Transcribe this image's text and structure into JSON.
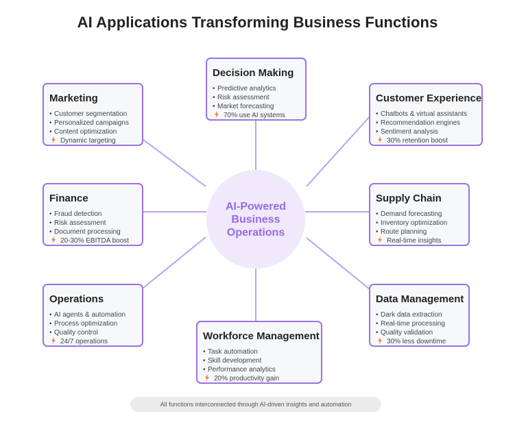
{
  "title": "AI Applications Transforming Business Functions",
  "hub": {
    "label": "AI-Powered Business Operations"
  },
  "cards": {
    "decision_making": {
      "title": "Decision Making",
      "items": [
        "Predictive analytics",
        "Risk assessment",
        "Market forecasting"
      ],
      "stat": "70% use AI systems"
    },
    "marketing": {
      "title": "Marketing",
      "items": [
        "Customer segmentation",
        "Personalized campaigns",
        "Content optimization"
      ],
      "stat": "Dynamic targeting"
    },
    "customer_experience": {
      "title": "Customer Experience",
      "items": [
        "Chatbots & virtual assistants",
        "Recommendation engines",
        "Sentiment analysis"
      ],
      "stat": "30% retention boost"
    },
    "finance": {
      "title": "Finance",
      "items": [
        "Fraud detection",
        "Risk assessment",
        "Document processing"
      ],
      "stat": "20-30% EBITDA boost"
    },
    "supply_chain": {
      "title": "Supply Chain",
      "items": [
        "Demand forecasting",
        "Inventory optimization",
        "Route planning"
      ],
      "stat": "Real-time insights"
    },
    "operations": {
      "title": "Operations",
      "items": [
        "AI agents & automation",
        "Process optimization",
        "Quality control"
      ],
      "stat": "24/7 operations"
    },
    "data_management": {
      "title": "Data Management",
      "items": [
        "Dark data extraction",
        "Real-time processing",
        "Quality validation"
      ],
      "stat": "30% less downtime"
    },
    "workforce_management": {
      "title": "Workforce Management",
      "items": [
        "Task automation",
        "Skill development",
        "Performance analytics"
      ],
      "stat": "20% productivity gain"
    }
  },
  "bullet_char": "•",
  "footer": "All functions interconnected through AI-driven insights and automation",
  "colors": {
    "accent": "#9b72e3",
    "hub_fill": "#efe9fb",
    "hub_text": "#9a6ae6",
    "bolt": "#f07a3a",
    "card_bg": "#f7f8fa"
  },
  "icons": {
    "stat_icon": "lightning-bolt-icon"
  }
}
